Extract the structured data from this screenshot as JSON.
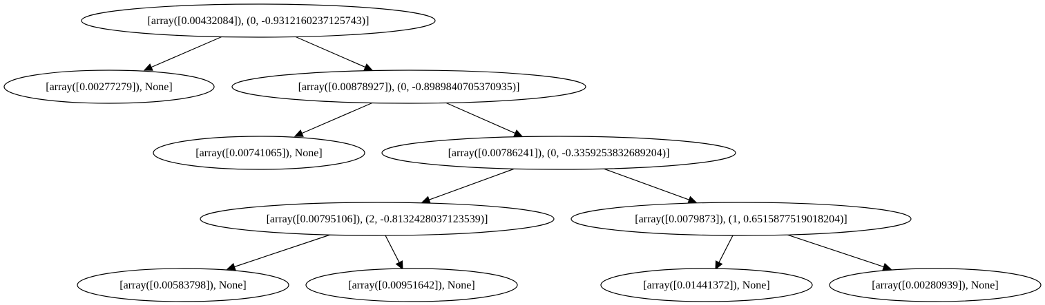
{
  "tree": {
    "nodes": [
      {
        "id": "n0",
        "label": "[array([0.00432084]), (0, -0.9312160237125743)]"
      },
      {
        "id": "n1",
        "label": "[array([0.00277279]), None]"
      },
      {
        "id": "n2",
        "label": "[array([0.00878927]), (0, -0.8989840705370935)]"
      },
      {
        "id": "n3",
        "label": "[array([0.00741065]), None]"
      },
      {
        "id": "n4",
        "label": "[array([0.00786241]), (0, -0.3359253832689204)]"
      },
      {
        "id": "n5",
        "label": "[array([0.00795106]), (2, -0.8132428037123539)]"
      },
      {
        "id": "n6",
        "label": "[array([0.0079873]), (1, 0.6515877519018204)]"
      },
      {
        "id": "n7",
        "label": "[array([0.00583798]), None]"
      },
      {
        "id": "n8",
        "label": "[array([0.00951642]), None]"
      },
      {
        "id": "n9",
        "label": "[array([0.01441372]), None]"
      },
      {
        "id": "n10",
        "label": "[array([0.00280939]), None]"
      }
    ],
    "edges": [
      {
        "from": "n0",
        "to": "n1"
      },
      {
        "from": "n0",
        "to": "n2"
      },
      {
        "from": "n2",
        "to": "n3"
      },
      {
        "from": "n2",
        "to": "n4"
      },
      {
        "from": "n4",
        "to": "n5"
      },
      {
        "from": "n4",
        "to": "n6"
      },
      {
        "from": "n5",
        "to": "n7"
      },
      {
        "from": "n5",
        "to": "n8"
      },
      {
        "from": "n6",
        "to": "n9"
      },
      {
        "from": "n6",
        "to": "n10"
      }
    ]
  }
}
